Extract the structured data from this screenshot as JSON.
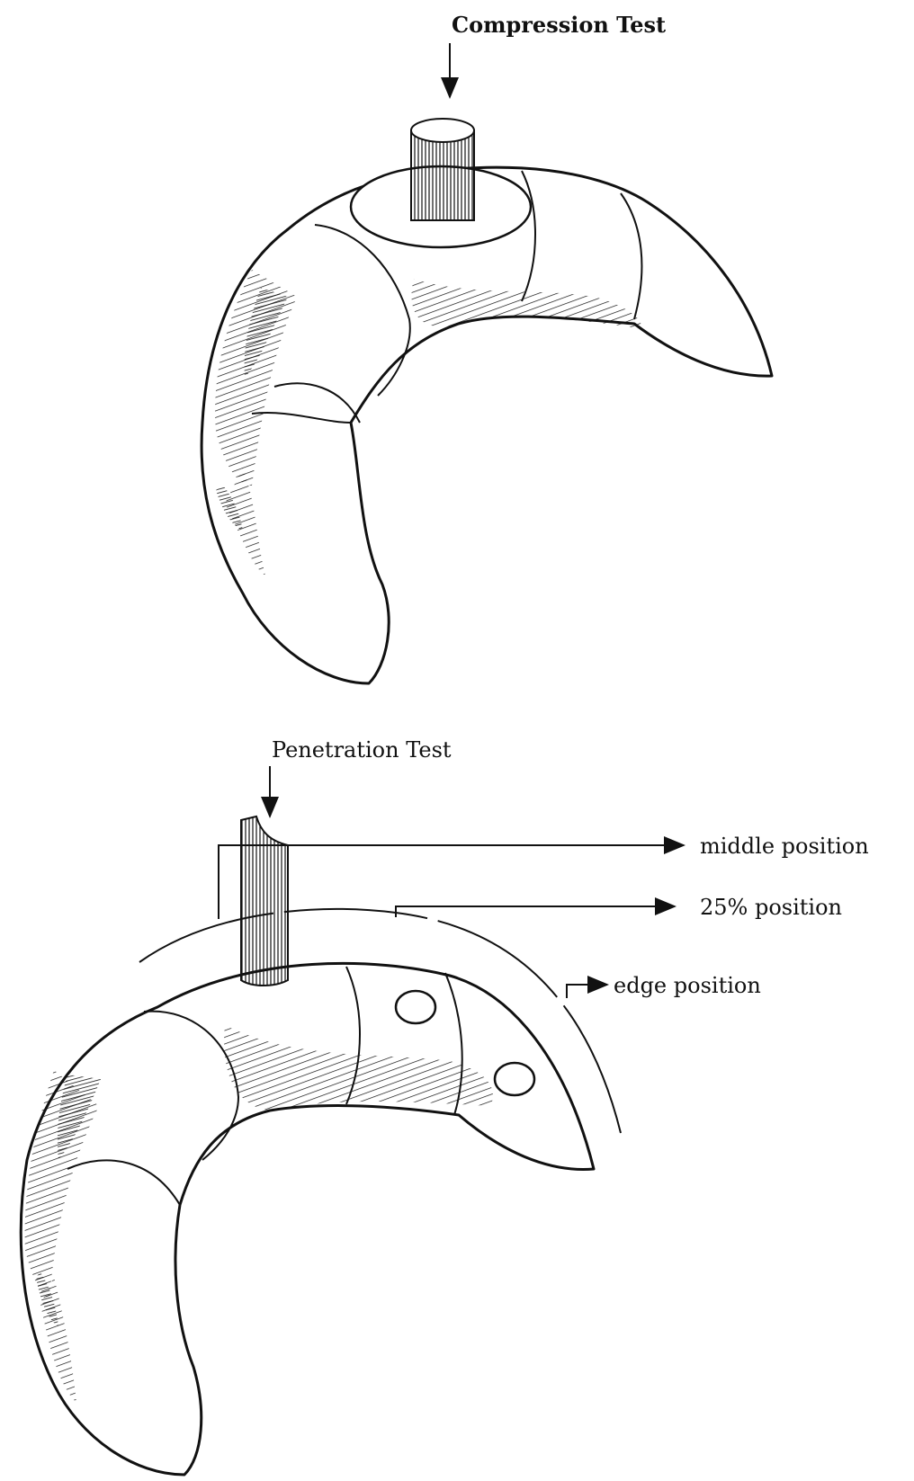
{
  "figure": {
    "compression_label": "Compression Test",
    "penetration_label": "Penetration Test",
    "positions": {
      "middle": "middle position",
      "p25": "25% position",
      "edge": "edge position"
    }
  },
  "colors": {
    "ink": "#111111",
    "paper": "#ffffff"
  }
}
